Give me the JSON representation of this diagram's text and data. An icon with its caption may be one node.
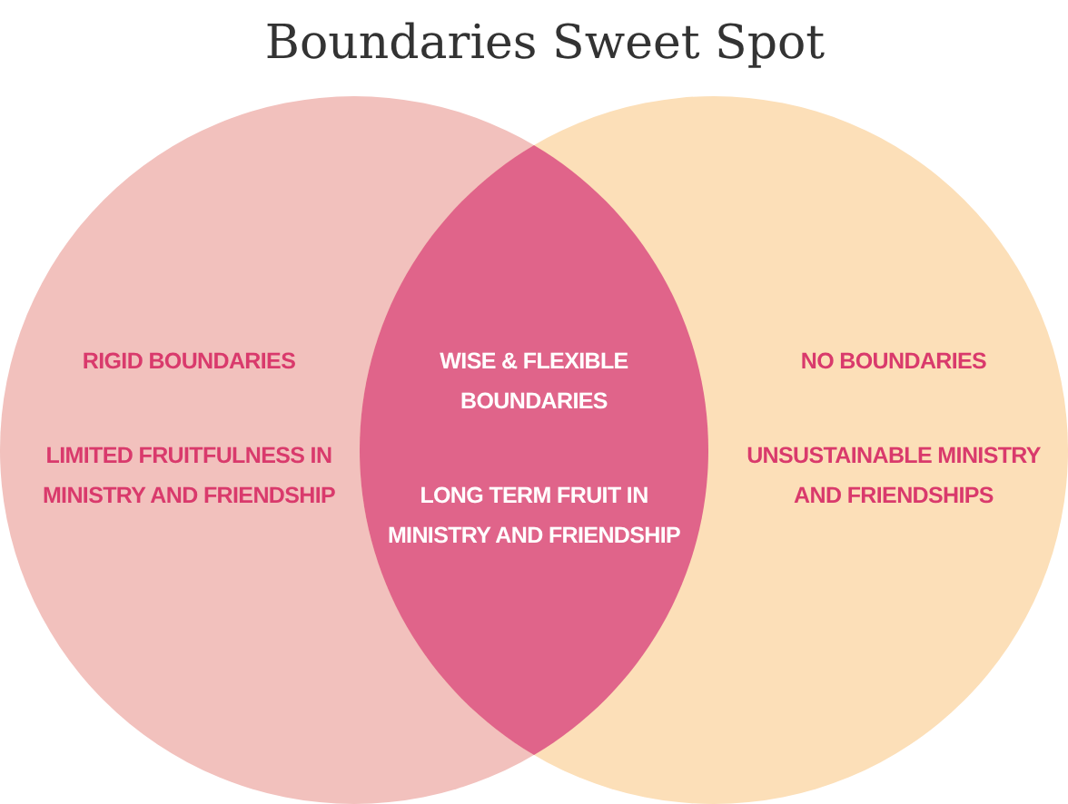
{
  "diagram": {
    "title": "Boundaries Sweet Spot",
    "nodes": [
      {
        "text": [
          "RIGID BOUNDARIES",
          "LIMITED FRUITFULNESS IN MINISTRY AND FRIENDSHIP"
        ]
      },
      {
        "text": [
          "NO BOUNDARIES",
          "UNSUSTAINABLE MINISTRY AND FRIENDSHIPS"
        ]
      },
      {
        "text": [
          "WISE & FLEXIBLE BOUNDARIES",
          "LONG TERM FRUIT IN MINISTRY AND FRIENDSHIP"
        ]
      }
    ]
  }
}
